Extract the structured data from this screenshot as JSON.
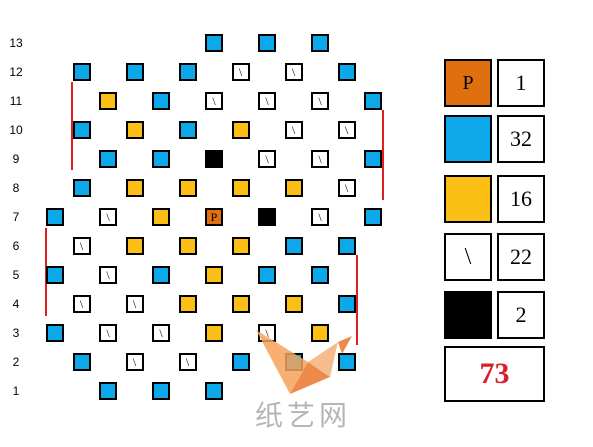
{
  "grid": {
    "row_labels": [
      "1",
      "2",
      "3",
      "4",
      "5",
      "6",
      "7",
      "8",
      "9",
      "10",
      "11",
      "12",
      "13"
    ],
    "rows": {
      "13": "....B.B.B....",
      "12": ".B.B.B\\\\B.B..",
      "11": "..Y.B\\\\\\\\\\B.",
      "10": ".B.Y.B.Y\\\\\\..",
      "9": "..B.B.K\\\\\\.B",
      "8": ".B.Y.Y.Y.Y.\\.",
      "7": "B.\\.Y.P.K.\\.B",
      "6": ".\\.Y.Y.Y.B.B.",
      "5": "B.\\.B.Y.B.B.",
      "4": ".\\.\\.Y.Y.Y.B",
      "3": "B.\\.\\.Y.\\.Y.",
      "2": ".B.\\.\\.B.B.B",
      "1": "..B.B.B......"
    },
    "cells": [
      {
        "r": 13,
        "c": 8,
        "t": "blue"
      },
      {
        "r": 13,
        "c": 10,
        "t": "blue"
      },
      {
        "r": 13,
        "c": 12,
        "t": "blue"
      },
      {
        "r": 12,
        "c": 3,
        "t": "blue"
      },
      {
        "r": 12,
        "c": 5,
        "t": "blue"
      },
      {
        "r": 12,
        "c": 7,
        "t": "blue"
      },
      {
        "r": 12,
        "c": 9,
        "t": "slash"
      },
      {
        "r": 12,
        "c": 11,
        "t": "slash"
      },
      {
        "r": 12,
        "c": 13,
        "t": "blue"
      },
      {
        "r": 11,
        "c": 4,
        "t": "yellow"
      },
      {
        "r": 11,
        "c": 6,
        "t": "blue"
      },
      {
        "r": 11,
        "c": 8,
        "t": "slash"
      },
      {
        "r": 11,
        "c": 10,
        "t": "slash"
      },
      {
        "r": 11,
        "c": 12,
        "t": "slash"
      },
      {
        "r": 11,
        "c": 14,
        "t": "blue"
      },
      {
        "r": 10,
        "c": 3,
        "t": "blue"
      },
      {
        "r": 10,
        "c": 5,
        "t": "yellow"
      },
      {
        "r": 10,
        "c": 7,
        "t": "blue"
      },
      {
        "r": 10,
        "c": 9,
        "t": "yellow"
      },
      {
        "r": 10,
        "c": 11,
        "t": "slash"
      },
      {
        "r": 10,
        "c": 13,
        "t": "slash"
      },
      {
        "r": 9,
        "c": 4,
        "t": "blue"
      },
      {
        "r": 9,
        "c": 6,
        "t": "blue"
      },
      {
        "r": 9,
        "c": 8,
        "t": "black"
      },
      {
        "r": 9,
        "c": 10,
        "t": "slash"
      },
      {
        "r": 9,
        "c": 12,
        "t": "slash"
      },
      {
        "r": 9,
        "c": 14,
        "t": "blue"
      },
      {
        "r": 8,
        "c": 3,
        "t": "blue"
      },
      {
        "r": 8,
        "c": 5,
        "t": "yellow"
      },
      {
        "r": 8,
        "c": 7,
        "t": "yellow"
      },
      {
        "r": 8,
        "c": 9,
        "t": "yellow"
      },
      {
        "r": 8,
        "c": 11,
        "t": "yellow"
      },
      {
        "r": 8,
        "c": 13,
        "t": "slash"
      },
      {
        "r": 7,
        "c": 2,
        "t": "blue"
      },
      {
        "r": 7,
        "c": 4,
        "t": "slash"
      },
      {
        "r": 7,
        "c": 6,
        "t": "yellow"
      },
      {
        "r": 7,
        "c": 8,
        "t": "p"
      },
      {
        "r": 7,
        "c": 10,
        "t": "black"
      },
      {
        "r": 7,
        "c": 12,
        "t": "slash"
      },
      {
        "r": 7,
        "c": 14,
        "t": "blue"
      },
      {
        "r": 6,
        "c": 3,
        "t": "slash"
      },
      {
        "r": 6,
        "c": 5,
        "t": "yellow"
      },
      {
        "r": 6,
        "c": 7,
        "t": "yellow"
      },
      {
        "r": 6,
        "c": 9,
        "t": "yellow"
      },
      {
        "r": 6,
        "c": 11,
        "t": "blue"
      },
      {
        "r": 6,
        "c": 13,
        "t": "blue"
      },
      {
        "r": 5,
        "c": 2,
        "t": "blue"
      },
      {
        "r": 5,
        "c": 4,
        "t": "slash"
      },
      {
        "r": 5,
        "c": 6,
        "t": "blue"
      },
      {
        "r": 5,
        "c": 8,
        "t": "yellow"
      },
      {
        "r": 5,
        "c": 10,
        "t": "blue"
      },
      {
        "r": 5,
        "c": 12,
        "t": "blue"
      },
      {
        "r": 4,
        "c": 3,
        "t": "slash"
      },
      {
        "r": 4,
        "c": 5,
        "t": "slash"
      },
      {
        "r": 4,
        "c": 7,
        "t": "yellow"
      },
      {
        "r": 4,
        "c": 9,
        "t": "yellow"
      },
      {
        "r": 4,
        "c": 11,
        "t": "yellow"
      },
      {
        "r": 4,
        "c": 13,
        "t": "blue"
      },
      {
        "r": 3,
        "c": 2,
        "t": "blue"
      },
      {
        "r": 3,
        "c": 4,
        "t": "slash"
      },
      {
        "r": 3,
        "c": 6,
        "t": "slash"
      },
      {
        "r": 3,
        "c": 8,
        "t": "yellow"
      },
      {
        "r": 3,
        "c": 10,
        "t": "slash"
      },
      {
        "r": 3,
        "c": 12,
        "t": "yellow"
      },
      {
        "r": 2,
        "c": 3,
        "t": "blue"
      },
      {
        "r": 2,
        "c": 5,
        "t": "slash"
      },
      {
        "r": 2,
        "c": 7,
        "t": "slash"
      },
      {
        "r": 2,
        "c": 9,
        "t": "blue"
      },
      {
        "r": 2,
        "c": 11,
        "t": "blue"
      },
      {
        "r": 2,
        "c": 13,
        "t": "blue"
      },
      {
        "r": 1,
        "c": 4,
        "t": "blue"
      },
      {
        "r": 1,
        "c": 6,
        "t": "blue"
      },
      {
        "r": 1,
        "c": 8,
        "t": "blue"
      }
    ],
    "p_label": "P",
    "slash_glyph": "\\"
  },
  "legend": {
    "items": [
      {
        "name": "legend-orange-p",
        "swatch": "orange",
        "swatch_label": "P",
        "count": "1"
      },
      {
        "name": "legend-blue",
        "swatch": "blue",
        "swatch_label": "",
        "count": "32"
      },
      {
        "name": "legend-yellow",
        "swatch": "yellow",
        "swatch_label": "",
        "count": "16"
      },
      {
        "name": "legend-slash",
        "swatch": "white",
        "swatch_label": "\\",
        "count": "22"
      },
      {
        "name": "legend-black",
        "swatch": "black",
        "swatch_label": "",
        "count": "2"
      }
    ],
    "total": "73"
  },
  "watermark": {
    "text": "纸艺网"
  },
  "colors": {
    "blue": "#0da8ea",
    "yellow": "#fbbf15",
    "orange": "#e06f10",
    "black": "#000000",
    "border_red": "#e02020",
    "total_red": "#d8202a"
  }
}
